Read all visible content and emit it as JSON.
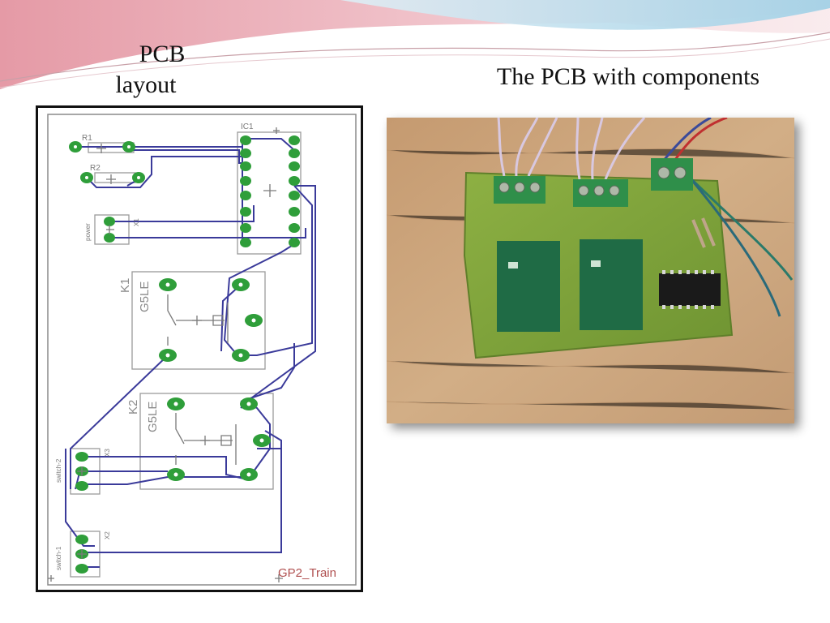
{
  "slide": {
    "title_left_line1": "PCB",
    "title_left_line2": "layout",
    "title_right": "The PCB with components"
  },
  "pcb": {
    "labels": {
      "r1": "R1",
      "r2": "R2",
      "ic1": "IC1",
      "power": "power",
      "x1": "X1",
      "k1": "K1",
      "k1_part": "G5LE",
      "k2": "K2",
      "k2_part": "G5LE",
      "switch2": "switch-2",
      "x3": "X3",
      "switch1": "switch-1",
      "x2": "X2",
      "board_name": "GP2_Train"
    },
    "colors": {
      "trace": "#3a3a9a",
      "pad": "#2f9e3a",
      "outline": "#9a9a9a",
      "board_name": "#b05050"
    }
  },
  "photo": {
    "colors": {
      "table": "#c9a27a",
      "board": "#7fa53a",
      "terminal": "#2f8f4a",
      "relay": "#1f6b45",
      "ic": "#1a1a1a"
    }
  }
}
